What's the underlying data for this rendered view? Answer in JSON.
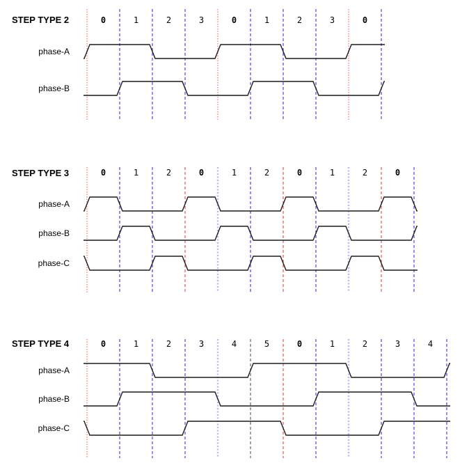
{
  "page": {
    "background": "#ffffff",
    "description": "Stepper motor step type timing diagrams"
  },
  "colors": {
    "cycle_start_soft": "#ff9c9c",
    "cycle_start": "#e04747",
    "step_grid_blue": "#5353e8",
    "step_grid_lightblue": "#b8b8f8",
    "step_grid_black": "#585858",
    "waveform": "#1c1c1c",
    "text": "#000000"
  },
  "chart_data": [
    {
      "type": "timing",
      "title": "STEP TYPE 2",
      "steps": [
        {
          "label": "0",
          "bold": true
        },
        {
          "label": "1",
          "bold": false
        },
        {
          "label": "2",
          "bold": false
        },
        {
          "label": "3",
          "bold": false
        },
        {
          "label": "0",
          "bold": true
        },
        {
          "label": "1",
          "bold": false
        },
        {
          "label": "2",
          "bold": false
        },
        {
          "label": "3",
          "bold": false
        },
        {
          "label": "0",
          "bold": true
        }
      ],
      "boundaries": [
        "red-dot",
        "blue",
        "blue",
        "blue",
        "red-dot",
        "blue",
        "blue",
        "blue",
        "red-dot",
        "blue"
      ],
      "phases": [
        {
          "name": "phase-A",
          "pre": 0,
          "levels": [
            1,
            1,
            0,
            0,
            1,
            1,
            0,
            0,
            1
          ],
          "post": 1
        },
        {
          "name": "phase-B",
          "pre": 0,
          "levels": [
            0,
            1,
            1,
            0,
            0,
            1,
            1,
            0,
            0
          ],
          "post": 1
        }
      ]
    },
    {
      "type": "timing",
      "title": "STEP TYPE 3",
      "steps": [
        {
          "label": "0",
          "bold": true
        },
        {
          "label": "1",
          "bold": false
        },
        {
          "label": "2",
          "bold": false
        },
        {
          "label": "0",
          "bold": true
        },
        {
          "label": "1",
          "bold": false
        },
        {
          "label": "2",
          "bold": false
        },
        {
          "label": "0",
          "bold": true
        },
        {
          "label": "1",
          "bold": false
        },
        {
          "label": "2",
          "bold": false
        },
        {
          "label": "0",
          "bold": true
        }
      ],
      "boundaries": [
        "red-dot",
        "blue",
        "blue",
        "red",
        "lightblue",
        "blue",
        "red",
        "blue",
        "lightblue",
        "red",
        "blue"
      ],
      "phases": [
        {
          "name": "phase-A",
          "pre": 0,
          "levels": [
            1,
            0,
            0,
            1,
            0,
            0,
            1,
            0,
            0,
            1
          ],
          "post": 0
        },
        {
          "name": "phase-B",
          "pre": 0,
          "levels": [
            0,
            1,
            0,
            0,
            1,
            0,
            0,
            1,
            0,
            0
          ],
          "post": 1
        },
        {
          "name": "phase-C",
          "pre": 1,
          "levels": [
            0,
            0,
            1,
            0,
            0,
            1,
            0,
            0,
            1,
            0
          ],
          "post": 0
        }
      ]
    },
    {
      "type": "timing",
      "title": "STEP TYPE 4",
      "steps": [
        {
          "label": "0",
          "bold": true
        },
        {
          "label": "1",
          "bold": false
        },
        {
          "label": "2",
          "bold": false
        },
        {
          "label": "3",
          "bold": false
        },
        {
          "label": "4",
          "bold": false
        },
        {
          "label": "5",
          "bold": false
        },
        {
          "label": "0",
          "bold": true
        },
        {
          "label": "1",
          "bold": false
        },
        {
          "label": "2",
          "bold": false
        },
        {
          "label": "3",
          "bold": false
        },
        {
          "label": "4",
          "bold": false
        }
      ],
      "boundaries": [
        "red-dot",
        "blue",
        "blue",
        "blue",
        "lightblue",
        "black",
        "red",
        "blue",
        "lightblue",
        "blue",
        "blue",
        "blue"
      ],
      "phases": [
        {
          "name": "phase-A",
          "pre": 1,
          "levels": [
            1,
            1,
            0,
            0,
            0,
            1,
            1,
            1,
            0,
            0,
            0
          ],
          "post": 1
        },
        {
          "name": "phase-B",
          "pre": 0,
          "levels": [
            0,
            1,
            1,
            1,
            0,
            0,
            0,
            1,
            1,
            1,
            0
          ],
          "post": 0
        },
        {
          "name": "phase-C",
          "pre": 1,
          "levels": [
            0,
            0,
            0,
            1,
            1,
            1,
            0,
            0,
            0,
            1,
            1
          ],
          "post": 1
        }
      ]
    }
  ]
}
